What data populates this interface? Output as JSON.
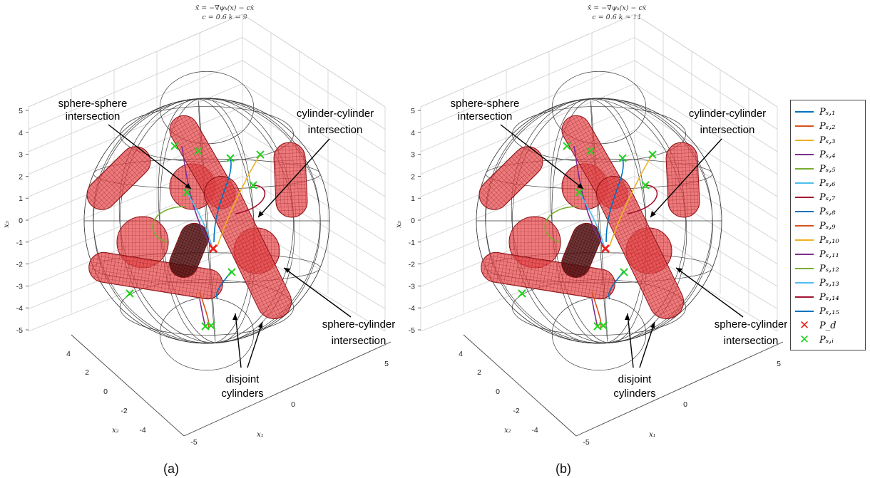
{
  "panels": [
    {
      "id": "a",
      "title_line1": "ẍ = −∇ψₖ(x) − cẋ",
      "title_line2": "c = 0.6   k = 9",
      "panel_label": "(a)",
      "axis_x3_label": "x₃",
      "axis_x2_label": "x₂",
      "axis_x1_label": "x₁",
      "x3_ticks": [
        "5",
        "4",
        "3",
        "2",
        "1",
        "0",
        "-1",
        "-2",
        "-3",
        "-4",
        "-5"
      ],
      "x2_ticks": [
        "4",
        "2",
        "0",
        "-2",
        "-4"
      ],
      "x1_ticks": [
        "-5",
        "0",
        "5"
      ],
      "annotations": {
        "sphere_sphere": [
          "sphere-sphere",
          "intersection"
        ],
        "cylinder_cylinder": [
          "cylinder-cylinder",
          "intersection"
        ],
        "sphere_cylinder": [
          "sphere-cylinder",
          "intersection"
        ],
        "disjoint": [
          "disjoint",
          "cylinders"
        ]
      }
    },
    {
      "id": "b",
      "title_line1": "ẍ = −∇ψₖ(x) − cẋ",
      "title_line2": "c = 0.6   k = 11",
      "panel_label": "(b)",
      "axis_x3_label": "x₃",
      "axis_x2_label": "x₂",
      "axis_x1_label": "x₁",
      "x3_ticks": [
        "5",
        "4",
        "3",
        "2",
        "1",
        "0",
        "-1",
        "-2",
        "-3",
        "-4",
        "-5"
      ],
      "x2_ticks": [
        "4",
        "2",
        "0",
        "-2",
        "-4"
      ],
      "x1_ticks": [
        "-5",
        "0",
        "5"
      ],
      "annotations": {
        "sphere_sphere": [
          "sphere-sphere",
          "intersection"
        ],
        "cylinder_cylinder": [
          "cylinder-cylinder",
          "intersection"
        ],
        "sphere_cylinder": [
          "sphere-cylinder",
          "intersection"
        ],
        "disjoint": [
          "disjoint",
          "cylinders"
        ]
      }
    }
  ],
  "legend": {
    "entries": [
      {
        "label": "Pₛ,₁",
        "color": "#0072BD",
        "kind": "line"
      },
      {
        "label": "Pₛ,₂",
        "color": "#D95319",
        "kind": "line"
      },
      {
        "label": "Pₛ,₃",
        "color": "#EDB120",
        "kind": "line"
      },
      {
        "label": "Pₛ,₄",
        "color": "#7E2F8E",
        "kind": "line"
      },
      {
        "label": "Pₛ,₅",
        "color": "#77AC30",
        "kind": "line"
      },
      {
        "label": "Pₛ,₆",
        "color": "#4DBEEE",
        "kind": "line"
      },
      {
        "label": "Pₛ,₇",
        "color": "#A2142F",
        "kind": "line"
      },
      {
        "label": "Pₛ,₈",
        "color": "#0072BD",
        "kind": "line"
      },
      {
        "label": "Pₛ,₉",
        "color": "#D95319",
        "kind": "line"
      },
      {
        "label": "Pₛ,₁₀",
        "color": "#EDB120",
        "kind": "line"
      },
      {
        "label": "Pₛ,₁₁",
        "color": "#7E2F8E",
        "kind": "line"
      },
      {
        "label": "Pₛ,₁₂",
        "color": "#77AC30",
        "kind": "line"
      },
      {
        "label": "Pₛ,₁₃",
        "color": "#4DBEEE",
        "kind": "line"
      },
      {
        "label": "Pₛ,₁₄",
        "color": "#A2142F",
        "kind": "line"
      },
      {
        "label": "Pₛ,₁₅",
        "color": "#0072BD",
        "kind": "line"
      },
      {
        "label": "P_d",
        "color": "#E8221C",
        "kind": "red-x"
      },
      {
        "label": "Pₛ,ᵢ",
        "color": "#22D21E",
        "kind": "green-x"
      }
    ]
  },
  "colors": {
    "obstacle_fill": "#E8464A",
    "obstacle_stroke": "#8B0F14",
    "wireframe": "#3a3a3a",
    "grid": "#cfcfcf",
    "goal_marker": "#E8221C",
    "start_marker": "#22D21E"
  }
}
